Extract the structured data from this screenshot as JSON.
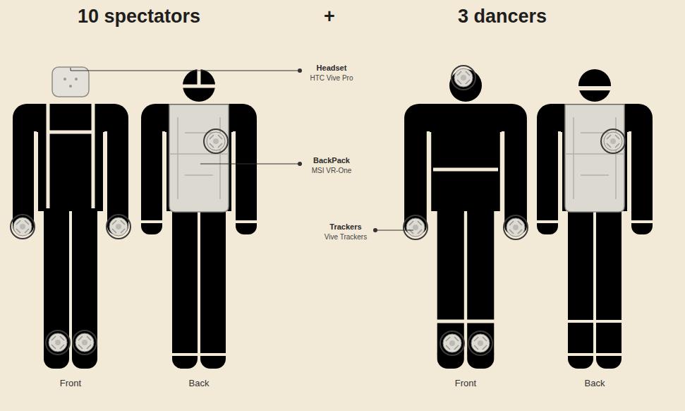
{
  "diagram": {
    "labels": [
      "10 spectators",
      "+",
      "3 dancers",
      "Headset",
      "HTC Vive Pro",
      "BackPack",
      "MSI VR-One",
      "Trackers",
      "Vive Trackers",
      "Front",
      "Back",
      "Front",
      "Back"
    ]
  }
}
